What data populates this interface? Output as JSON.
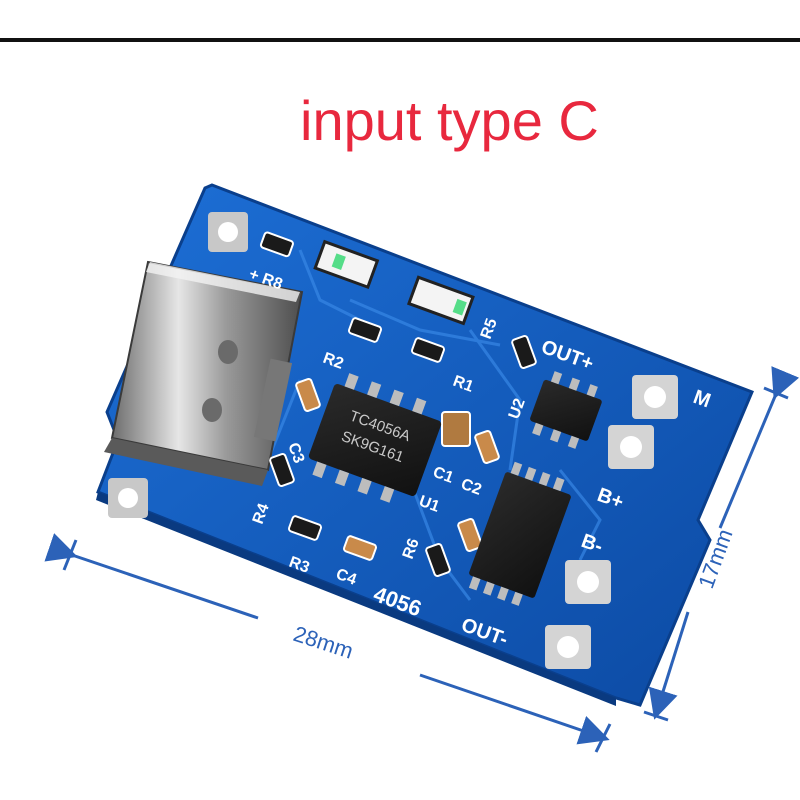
{
  "caption": {
    "text": "input type C",
    "color": "#e8283e"
  },
  "board": {
    "chip_id": "4056",
    "ic_marking_1": "TC4056A",
    "ic_marking_2": "SK9G161",
    "pcb_color": "#1457b8"
  },
  "silkscreen": {
    "plus_r8": "+ R8",
    "r2": "R2",
    "r1": "R1",
    "r3": "R3",
    "r4": "R4",
    "r6": "R6",
    "r5": "R5",
    "c1": "C1",
    "c2": "C2",
    "c3": "C3",
    "c4": "C4",
    "u1": "U1",
    "u2": "U2",
    "out_plus": "OUT+",
    "out_minus": "OUT-",
    "b_plus": "B+",
    "b_minus": "B-",
    "m": "M"
  },
  "dimensions": {
    "width": "28mm",
    "height": "17mm",
    "color": "#2c62b8"
  }
}
